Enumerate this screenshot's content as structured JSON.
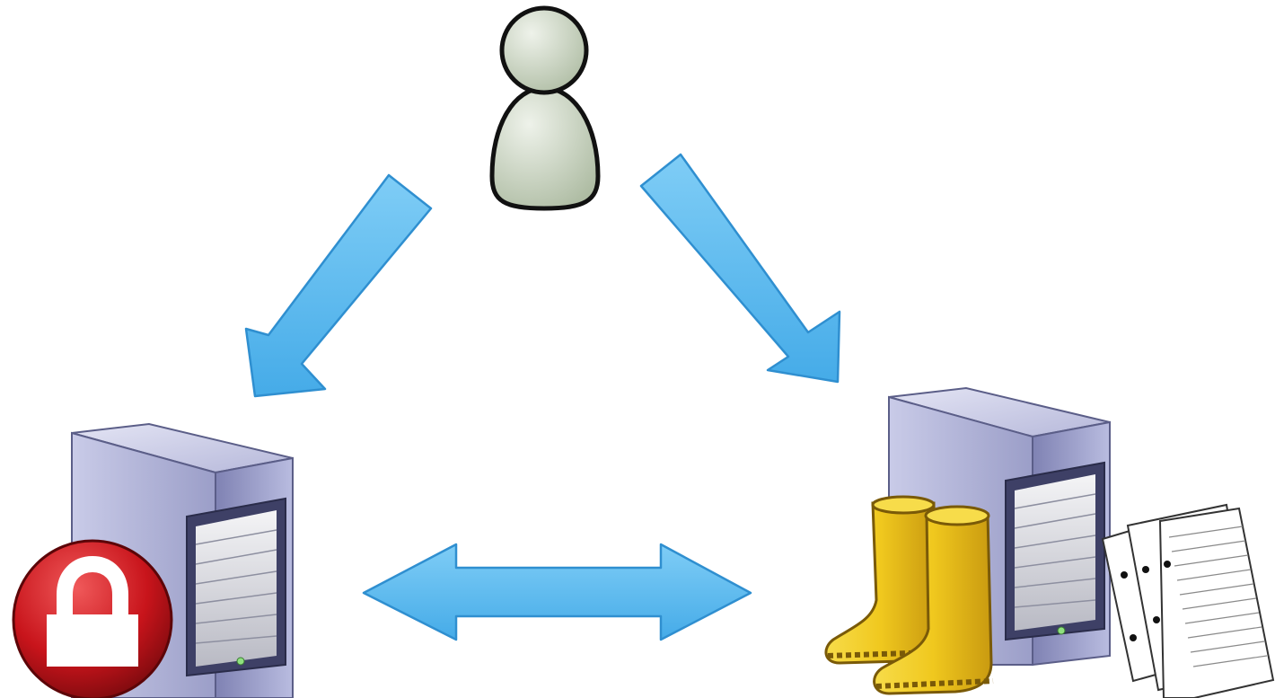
{
  "diagram": {
    "nodes": [
      {
        "id": "user",
        "icon": "user-icon"
      },
      {
        "id": "auth_server",
        "icon": "server-icon",
        "badge": "lock-icon"
      },
      {
        "id": "resource_server",
        "icon": "server-icon",
        "extras": [
          "boots-icon",
          "documents-icon"
        ]
      }
    ],
    "edges": [
      {
        "from": "user",
        "to": "auth_server",
        "style": "single-arrow"
      },
      {
        "from": "user",
        "to": "resource_server",
        "style": "single-arrow"
      },
      {
        "from": "auth_server",
        "to": "resource_server",
        "style": "double-arrow"
      }
    ],
    "colors": {
      "arrow_fill": "#5ab8ee",
      "arrow_stroke": "#2f8fd0",
      "server_body": "#a9acd4",
      "server_dark": "#55587f",
      "user_fill": "#cfd8c6",
      "lock_red": "#c8141b",
      "boots_yellow": "#f0c81e",
      "background": "#ffffff"
    }
  }
}
